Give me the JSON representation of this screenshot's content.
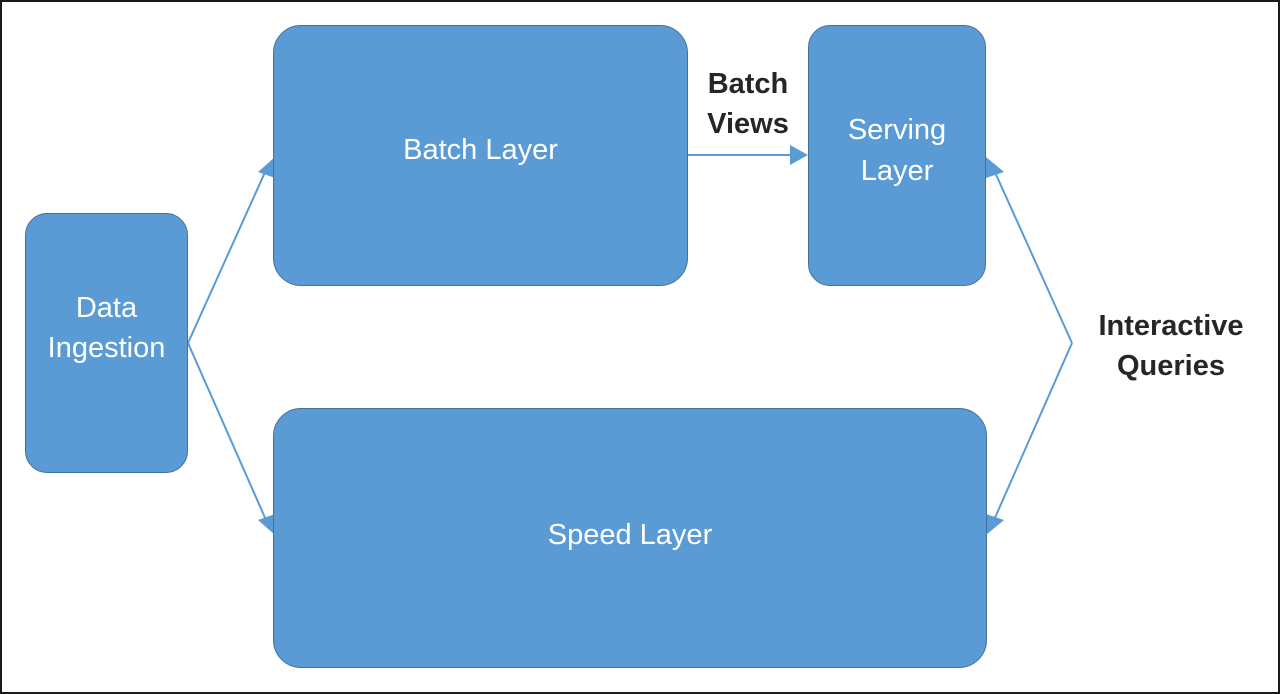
{
  "diagram": {
    "nodes": {
      "data_ingestion": "Data\nIngestion",
      "batch_layer": "Batch Layer",
      "serving_layer": "Serving\nLayer",
      "speed_layer": "Speed Layer"
    },
    "labels": {
      "batch_views": "Batch\nViews",
      "interactive_queries": "Interactive\nQueries"
    },
    "colors": {
      "node_fill": "#5b9bd5",
      "node_border": "#41719c",
      "connector": "#5b9bd5",
      "node_text": "#ffffff",
      "label_text": "#262626"
    }
  }
}
